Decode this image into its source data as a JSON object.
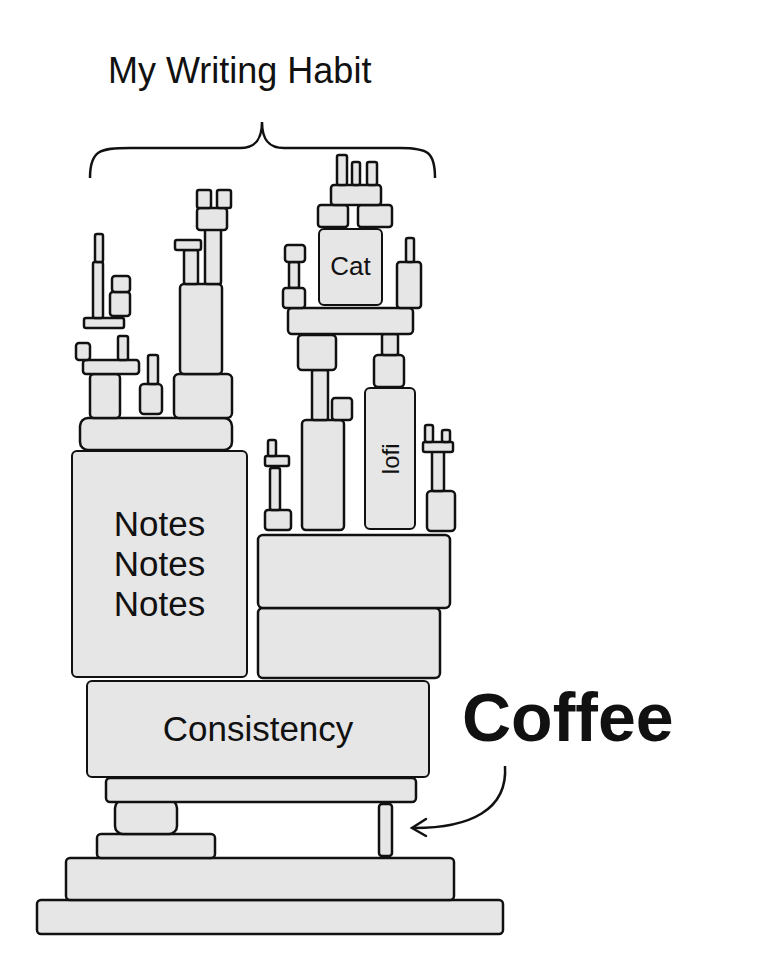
{
  "diagram": {
    "title": "My Writing Habit",
    "nodes": [
      {
        "text": [
          "Cat"
        ]
      },
      {
        "text": [
          "lofi"
        ]
      },
      {
        "text": [
          "Notes Notes Notes"
        ]
      },
      {
        "text": [
          "Consistency"
        ]
      }
    ],
    "labels": [
      "Coffee"
    ]
  }
}
